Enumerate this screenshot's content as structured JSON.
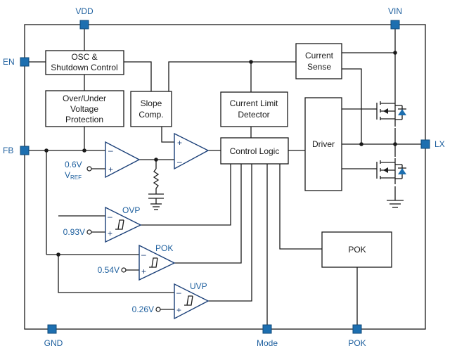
{
  "pins": {
    "vdd": "VDD",
    "vin": "VIN",
    "en": "EN",
    "fb": "FB",
    "lx": "LX",
    "gnd": "GND",
    "mode": "Mode",
    "pok": "POK"
  },
  "blocks": {
    "osc_line1": "OSC &",
    "osc_line2": "Shutdown Control",
    "ovuv_line1": "Over/Under",
    "ovuv_line2": "Voltage",
    "ovuv_line3": "Protection",
    "slope_line1": "Slope",
    "slope_line2": "Comp.",
    "climit_line1": "Current Limit",
    "climit_line2": "Detector",
    "control_logic": "Control Logic",
    "csense_line1": "Current",
    "csense_line2": "Sense",
    "driver": "Driver",
    "pok_block": "POK"
  },
  "comparators": {
    "ovp": "OVP",
    "pok": "POK",
    "uvp": "UVP"
  },
  "refs": {
    "vref_value": "0.6V",
    "vref_name": "V",
    "vref_sub": "REF",
    "ovp_ref": "0.93V",
    "pok_ref": "0.54V",
    "uvp_ref": "0.26V"
  },
  "signs": {
    "minus": "–",
    "plus": "+"
  }
}
